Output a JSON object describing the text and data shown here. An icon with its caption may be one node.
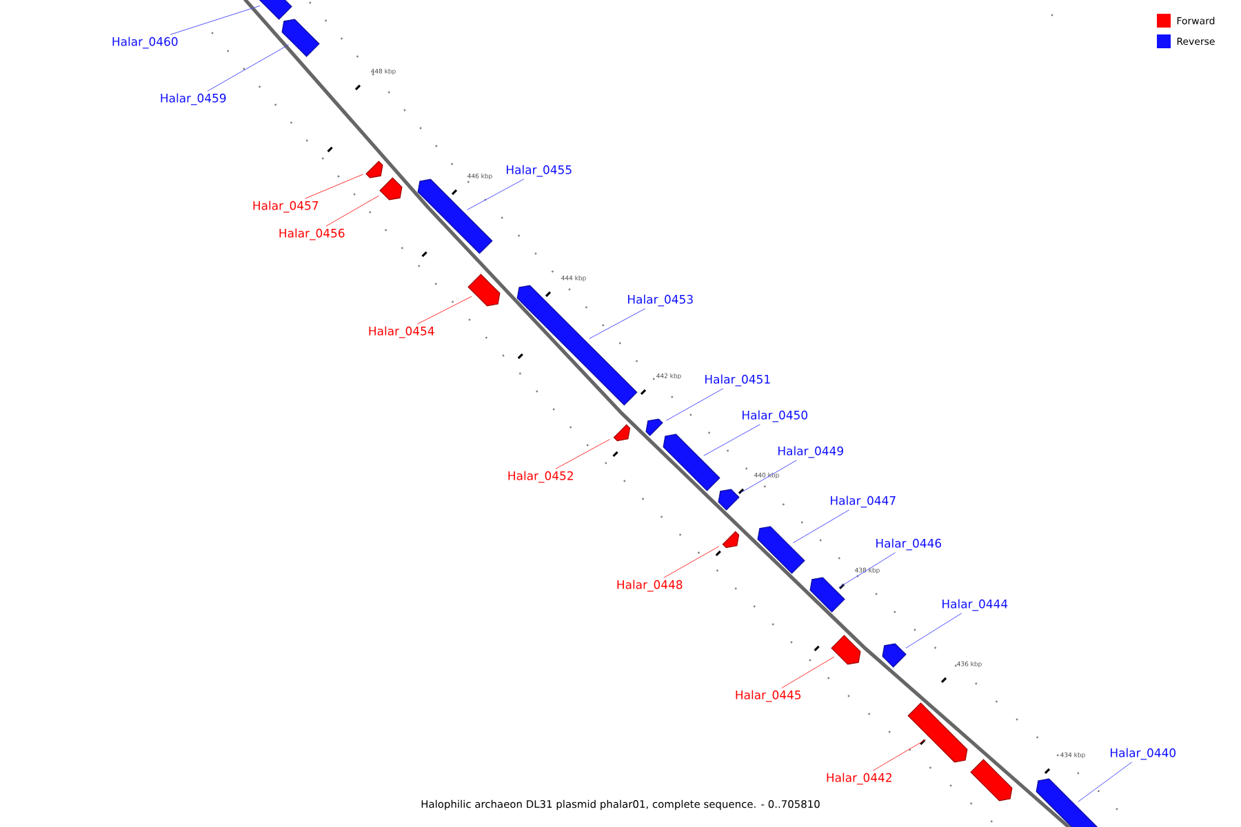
{
  "diagram": {
    "caption": "Halophilic archaeon DL31 plasmid phalar01, complete sequence. - 0..705810",
    "nodes": [
      {
        "text": [],
        "shape": "bar"
      },
      {
        "text": [],
        "shape": "bar"
      },
      {
        "text": [],
        "shape": "bar"
      },
      {
        "text": [],
        "shape": "bar"
      },
      {
        "text": [],
        "shape": "bar"
      },
      {
        "text": [],
        "shape": "bar"
      },
      {
        "text": [],
        "shape": "bar"
      },
      {
        "text": [],
        "shape": "bar"
      },
      {
        "text": [],
        "shape": "bar"
      },
      {
        "text": [],
        "shape": "bar"
      },
      {
        "text": [],
        "shape": "bar"
      },
      {
        "text": [],
        "shape": "bar"
      },
      {
        "text": [],
        "shape": "bar"
      },
      {
        "text": [],
        "shape": "bar"
      },
      {
        "text": [],
        "shape": "bar"
      },
      {
        "text": [],
        "shape": "bar"
      },
      {
        "text": [],
        "shape": "bar"
      },
      {
        "text": [],
        "shape": "bar"
      },
      {
        "text": [],
        "shape": "bar"
      },
      {
        "text": [
          "Halar_0460"
        ]
      },
      {
        "text": [
          "Halar_0459"
        ]
      },
      {
        "text": [
          "Halar_0455"
        ]
      },
      {
        "text": [
          "Halar_0457"
        ]
      },
      {
        "text": [
          "Halar_0456"
        ]
      },
      {
        "text": [
          "Halar_0453"
        ]
      },
      {
        "text": [
          "Halar_0454"
        ]
      },
      {
        "text": [
          "Halar_0451"
        ]
      },
      {
        "text": [
          "Halar_0450"
        ]
      },
      {
        "text": [
          "Halar_0449"
        ]
      },
      {
        "text": [
          "Halar_0452"
        ]
      },
      {
        "text": [
          "Halar_0447"
        ]
      },
      {
        "text": [
          "Halar_0446"
        ]
      },
      {
        "text": [
          "Halar_0448"
        ]
      },
      {
        "text": [
          "Halar_0444"
        ]
      },
      {
        "text": [
          "Halar_0445"
        ]
      },
      {
        "text": [
          "Halar_0440"
        ]
      },
      {
        "text": [
          "Halar_0442"
        ]
      }
    ],
    "edges": [
      {
        "from": 19,
        "to": 0,
        "arrow": "none"
      },
      {
        "from": 20,
        "to": 1,
        "arrow": "none"
      },
      {
        "from": 21,
        "to": 4,
        "arrow": "none"
      },
      {
        "from": 22,
        "to": 2,
        "arrow": "none",
        "color": "#ff3030"
      },
      {
        "from": 23,
        "to": 3,
        "arrow": "none",
        "color": "#ff3030"
      },
      {
        "from": 24,
        "to": 6,
        "arrow": "none"
      },
      {
        "from": 25,
        "to": 5,
        "arrow": "none",
        "color": "#ff3030"
      },
      {
        "from": 26,
        "to": 7,
        "arrow": "none"
      },
      {
        "from": 27,
        "to": 9,
        "arrow": "none"
      },
      {
        "from": 28,
        "to": 10,
        "arrow": "none"
      },
      {
        "from": 29,
        "to": 8,
        "arrow": "none",
        "color": "#ff3030"
      },
      {
        "from": 30,
        "to": 11,
        "arrow": "none"
      },
      {
        "from": 31,
        "to": 13,
        "arrow": "none"
      },
      {
        "from": 32,
        "to": 12,
        "arrow": "none",
        "color": "#ff3030"
      },
      {
        "from": 33,
        "to": 15,
        "arrow": "none"
      },
      {
        "from": 34,
        "to": 14,
        "arrow": "none",
        "color": "#ff3030"
      },
      {
        "from": 35,
        "to": 18,
        "arrow": "none"
      },
      {
        "from": 36,
        "to": 16,
        "arrow": "none",
        "color": "#ff3030"
      }
    ],
    "labels": [
      "448 kbp",
      "446 kbp",
      "444 kbp",
      "442 kbp",
      "440 kbp",
      "438 kbp",
      "436 kbp",
      "434 kbp"
    ],
    "legend": [
      {
        "text": "Forward",
        "color": "#ff0000"
      },
      {
        "text": "Reverse",
        "color": "#1010ff"
      }
    ]
  }
}
